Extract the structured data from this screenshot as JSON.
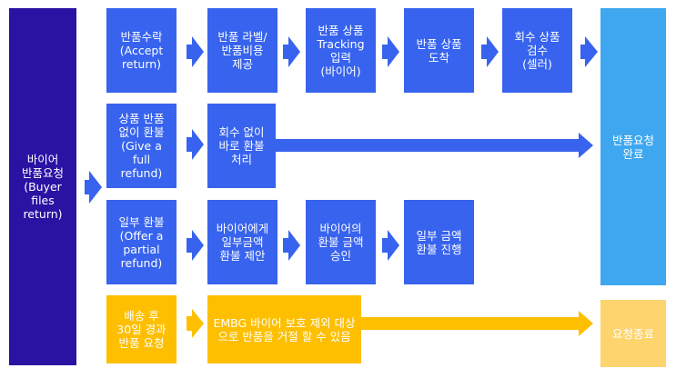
{
  "nodes": {
    "buyer_files_return": "바이어\n반품요청\n(Buyer\nfiles\nreturn)",
    "accept_return": "반품수락\n(Accept\nreturn)",
    "return_label": "반품 라벨/\n반품비용\n제공",
    "tracking_input": "반품 상품\nTracking\n입력\n(바이어)",
    "item_arrived": "반품 상품\n도착",
    "inspect_item": "회수 상품\n검수\n(셀러)",
    "full_refund": "상품 반품\n없이 환불\n(Give a\nfull\nrefund)",
    "refund_without_return": "회수 없이\n바로 환불\n처리",
    "partial_refund": "일부 환불\n(Offer a\npartial\nrefund)",
    "offer_partial_amount": "바이어에게\n일부금액\n환불 제안",
    "buyer_approves": "바이어의\n환불 금액\n승인",
    "process_partial": "일부 금액\n환불 진행",
    "after_30_days": "배송 후\n30일 경과\n반품 요청",
    "embg_reject": "EMBG 바이어 보호 제외 대상\n으로 반품을 거절 할 수 있음",
    "return_complete": "반품요청\n완료",
    "request_closed": "요청종료"
  },
  "colors": {
    "dark_blue": "#2a12a3",
    "blue": "#3763ee",
    "light_blue": "#3fa7ef",
    "orange": "#fdbf00",
    "light_orange": "#fdd46e",
    "arrow_blue": "#3763ee",
    "arrow_orange": "#fdbf00"
  }
}
